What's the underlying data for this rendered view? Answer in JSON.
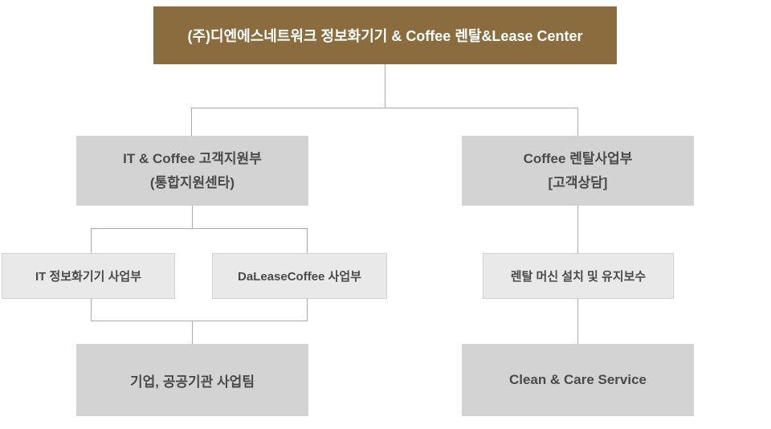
{
  "colors": {
    "root_bg": "#8a6c3e",
    "root_text": "#ffffff",
    "node_bg": "#d3d3d3",
    "subnode_bg": "#e9e9e9",
    "subnode_border": "#d2d2d2",
    "node_text": "#4a4a4a",
    "connector": "#ababab"
  },
  "chart": {
    "root": {
      "label": "(주)디엔에스네트워크 정보화기기 & Coffee 렌탈&Lease Center"
    },
    "left": {
      "head": {
        "line1": "IT & Coffee 고객지원부",
        "line2": "(통합지원센타)"
      },
      "children": [
        {
          "label": "IT 정보화기기 사업부"
        },
        {
          "label": "DaLeaseCoffee 사업부"
        }
      ],
      "team": {
        "label": "기업, 공공기관 사업팀"
      }
    },
    "right": {
      "head": {
        "line1": "Coffee 렌탈사업부",
        "line2": "[고객상담]"
      },
      "children": [
        {
          "label": "렌탈 머신 설치 및 유지보수"
        }
      ],
      "team": {
        "label": "Clean & Care Service"
      }
    }
  }
}
